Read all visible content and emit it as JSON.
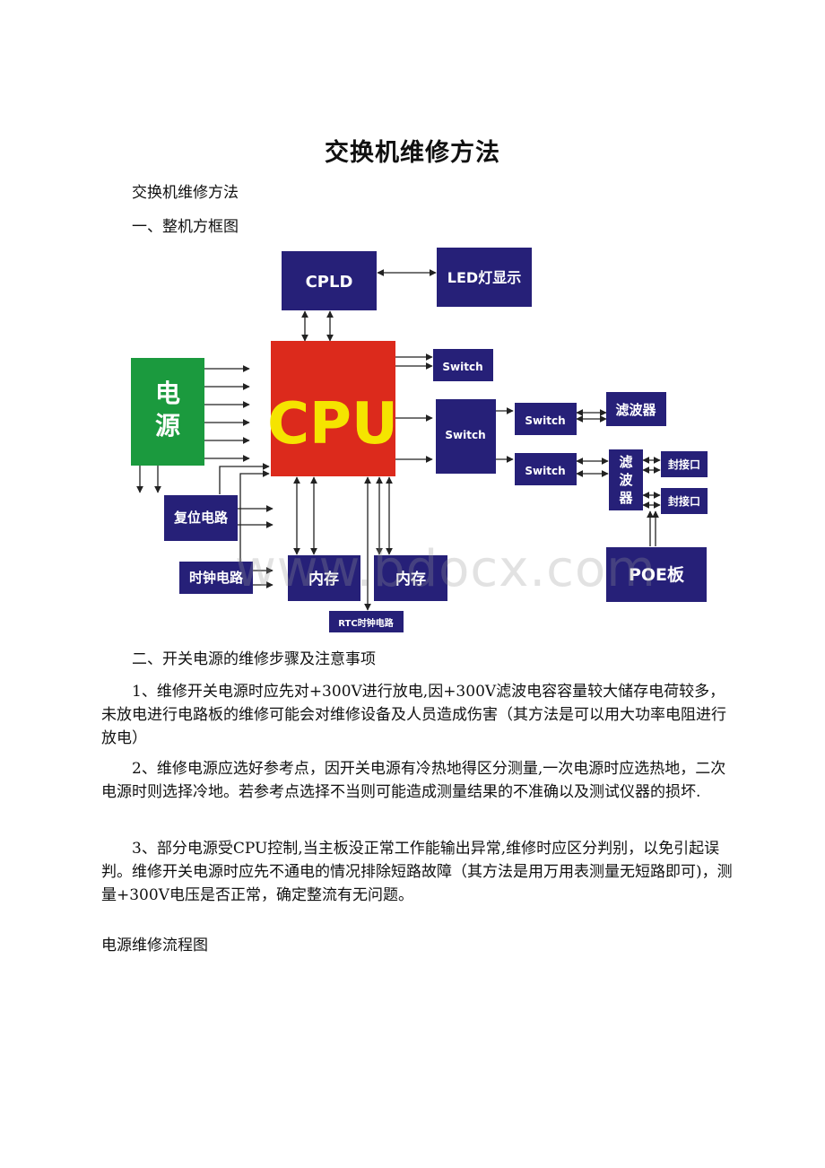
{
  "document": {
    "title": "交换机维修方法",
    "subtitle": "交换机维修方法",
    "section1_heading": "一、整机方框图",
    "section2_heading": "二、开关电源的维修步骤及注意事项",
    "para1": "1、维修开关电源时应先对+300V进行放电,因+300V滤波电容容量较大储存电荷较多，未放电进行电路板的维修可能会对维修设备及人员造成伤害（其方法是可以用大功率电阻进行放电）",
    "para2": "2、维修电源应选好参考点，因开关电源有冷热地得区分测量,一次电源时应选热地，二次电源时则选择冷地。若参考点选择不当则可能造成测量结果的不准确以及测试仪器的损坏.",
    "para3": "3、部分电源受CPU控制,当主板没正常工作能输出异常,维修时应区分判别，以免引起误判。维修开关电源时应先不通电的情况排除短路故障（其方法是用万用表测量无短路即可)，测量+300V电压是否正常，确定整流有无问题。",
    "flow_heading": "电源维修流程图"
  },
  "diagram": {
    "cpld": "CPLD",
    "led": "LED灯显示",
    "cpu": "CPU",
    "power": [
      "电",
      "源"
    ],
    "switch_top": "Switch",
    "switch_mid": "Switch",
    "switch_right1": "Switch",
    "switch_right2": "Switch",
    "filter1": "滤波器",
    "filter2": [
      "滤",
      "波",
      "器"
    ],
    "port1": "封接口",
    "port2": "封接口",
    "reset": "复位电路",
    "clock": "时钟电路",
    "mem1": "内存",
    "mem2": "内存",
    "rtc": "RTC时钟电路",
    "poe": "POE板",
    "watermark": "www.bdocx.com"
  },
  "colors": {
    "block_navy": "#262078",
    "cpu_red": "#dc2a1c",
    "cpu_text": "#f5e400",
    "power_green": "#1b9a3e"
  }
}
